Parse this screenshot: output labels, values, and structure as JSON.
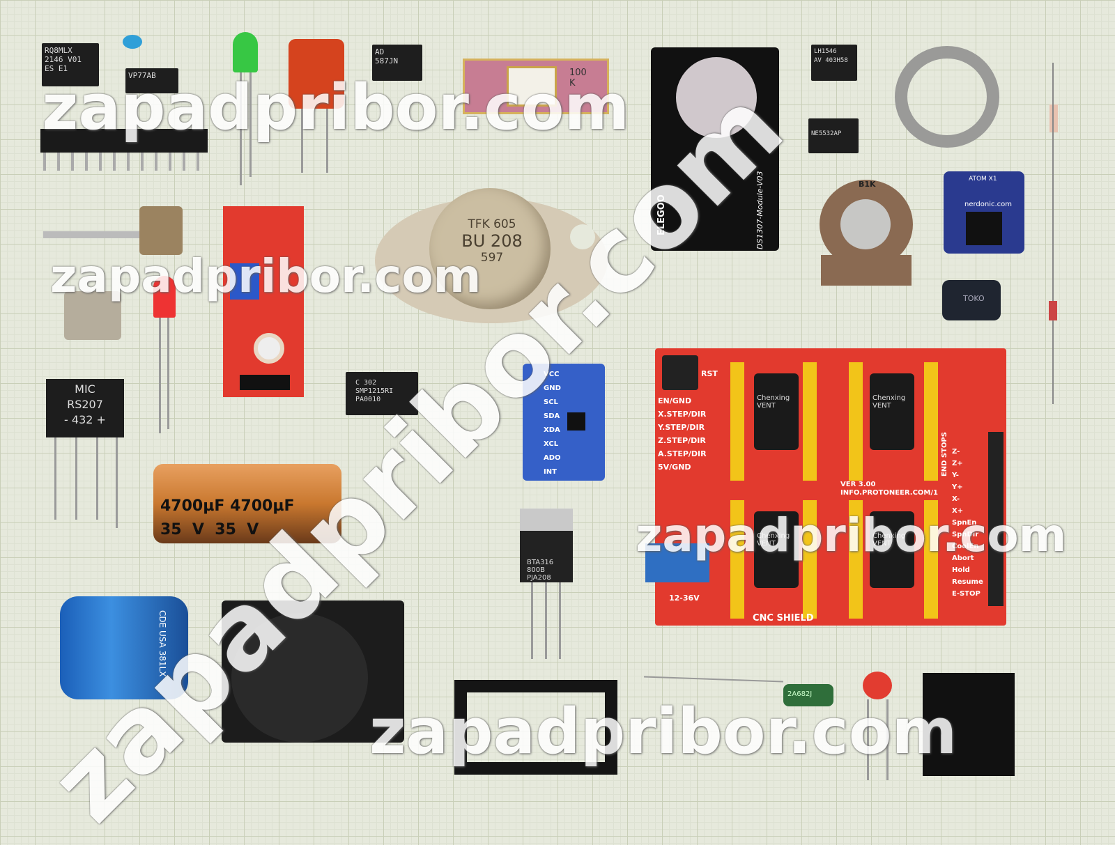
{
  "watermark": "zapadpribor.com",
  "components": {
    "ic1": [
      "RQ8MLX",
      "2146 V01",
      "ES  E1"
    ],
    "ic2": "VP77AB",
    "ic3": [
      "AD",
      "587JN"
    ],
    "ic4": [
      "100",
      "K"
    ],
    "transistor": [
      "TFK 605",
      "BU 208",
      "597"
    ],
    "rtc_module": [
      "ELEGOO",
      "DS1307-Module-V03"
    ],
    "ic5": [
      "LH1546",
      "AV 403H58"
    ],
    "ic6": [
      "NE5532AP"
    ],
    "pot": "B1K",
    "atom": [
      "ATOM X1",
      "nerdonic.com"
    ],
    "inductor": "TOKO",
    "bridge": [
      "MIC",
      "RS207",
      "-  432  +"
    ],
    "smd": [
      "C 302",
      "SMP1215RI",
      "PA0010"
    ],
    "gyro": [
      "VCC",
      "GND",
      "SCL",
      "SDA",
      "XDA",
      "XCL",
      "ADO",
      "INT"
    ],
    "cap_orange": [
      "4700µF 4700µF",
      "35  V  35  V"
    ],
    "triac": [
      "BTA316",
      "800B",
      "PJA208"
    ],
    "cap_blue": [
      "CDE USA",
      "381LX"
    ],
    "film_cap": "2A682J",
    "cnc": {
      "title": "CNC SHIELD",
      "version": "VER 3.00",
      "url": "INFO.PROTONEER.COM/1",
      "rst": "RST",
      "left": [
        "EN/GND",
        "X.STEP/DIR",
        "Y.STEP/DIR",
        "Z.STEP/DIR",
        "A.STEP/DIR",
        "5V/GND"
      ],
      "right": [
        "END STOPS",
        "Z-",
        "Z+",
        "Y-",
        "Y+",
        "X-",
        "X+",
        "SpnEn",
        "SpnDir",
        "CoolEn",
        "Abort",
        "Hold",
        "Resume",
        "E-STOP"
      ],
      "power": "12-36V",
      "cap": "Chenxing",
      "vent": "VENT"
    }
  }
}
